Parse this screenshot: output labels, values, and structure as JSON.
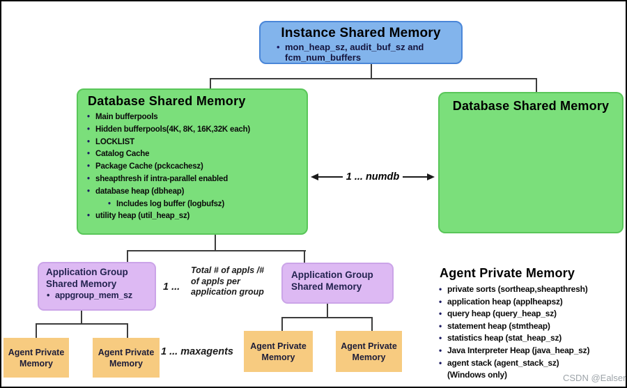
{
  "diagram": {
    "instance": {
      "title": "Instance Shared Memory",
      "bullet_lines": [
        "mon_heap_sz, audit_buf_sz and",
        "fcm_num_buffers"
      ]
    },
    "db_shared_left": {
      "title": "Database Shared Memory",
      "bullets": [
        "Main bufferpools",
        "Hidden bufferpools(4K, 8K, 16K,32K each)",
        "LOCKLIST",
        "Catalog Cache",
        "Package Cache (pckcachesz)",
        "sheapthresh if intra-parallel enabled",
        "database heap (dbheap)"
      ],
      "sub_bullet": "Includes log buffer (logbufsz)",
      "last_bullet": "utility heap (util_heap_sz)"
    },
    "db_shared_right": {
      "title": "Database Shared Memory"
    },
    "numdb_arrow_label": "1 ... numdb",
    "appgroup_left": {
      "title_line1": "Application Group",
      "title_line2": "Shared Memory",
      "bullet": "appgroup_mem_sz"
    },
    "appgroup_right": {
      "title_line1": "Application Group",
      "title_line2": "Shared Memory"
    },
    "appls_label": {
      "prefix": "1 ...",
      "lines": [
        "Total # of appls /#",
        "of appls per",
        "application group"
      ]
    },
    "agent_private": {
      "title": "Agent Private Memory",
      "bullets": [
        "private sorts (sortheap,sheapthresh)",
        "application heap (applheapsz)",
        "query heap (query_heap_sz)",
        "statement heap (stmtheap)",
        "statistics heap (stat_heap_sz)",
        "Java Interpreter Heap (java_heap_sz)",
        "agent stack (agent_stack_sz)"
      ],
      "note": "(Windows only)"
    },
    "agent_box_label": "Agent Private Memory",
    "maxagents_label": "1 ... maxagents",
    "watermark": "CSDN @Ealser"
  },
  "colors": {
    "instance_fill": "#82B4EC",
    "instance_border": "#4A86D8",
    "db_fill": "#7BDF7B",
    "db_border": "#59C659",
    "appgroup_fill": "#DDB9F3",
    "appgroup_border": "#CBA4E8",
    "agent_fill": "#F7CB80",
    "connector": "#3C3C3C"
  }
}
